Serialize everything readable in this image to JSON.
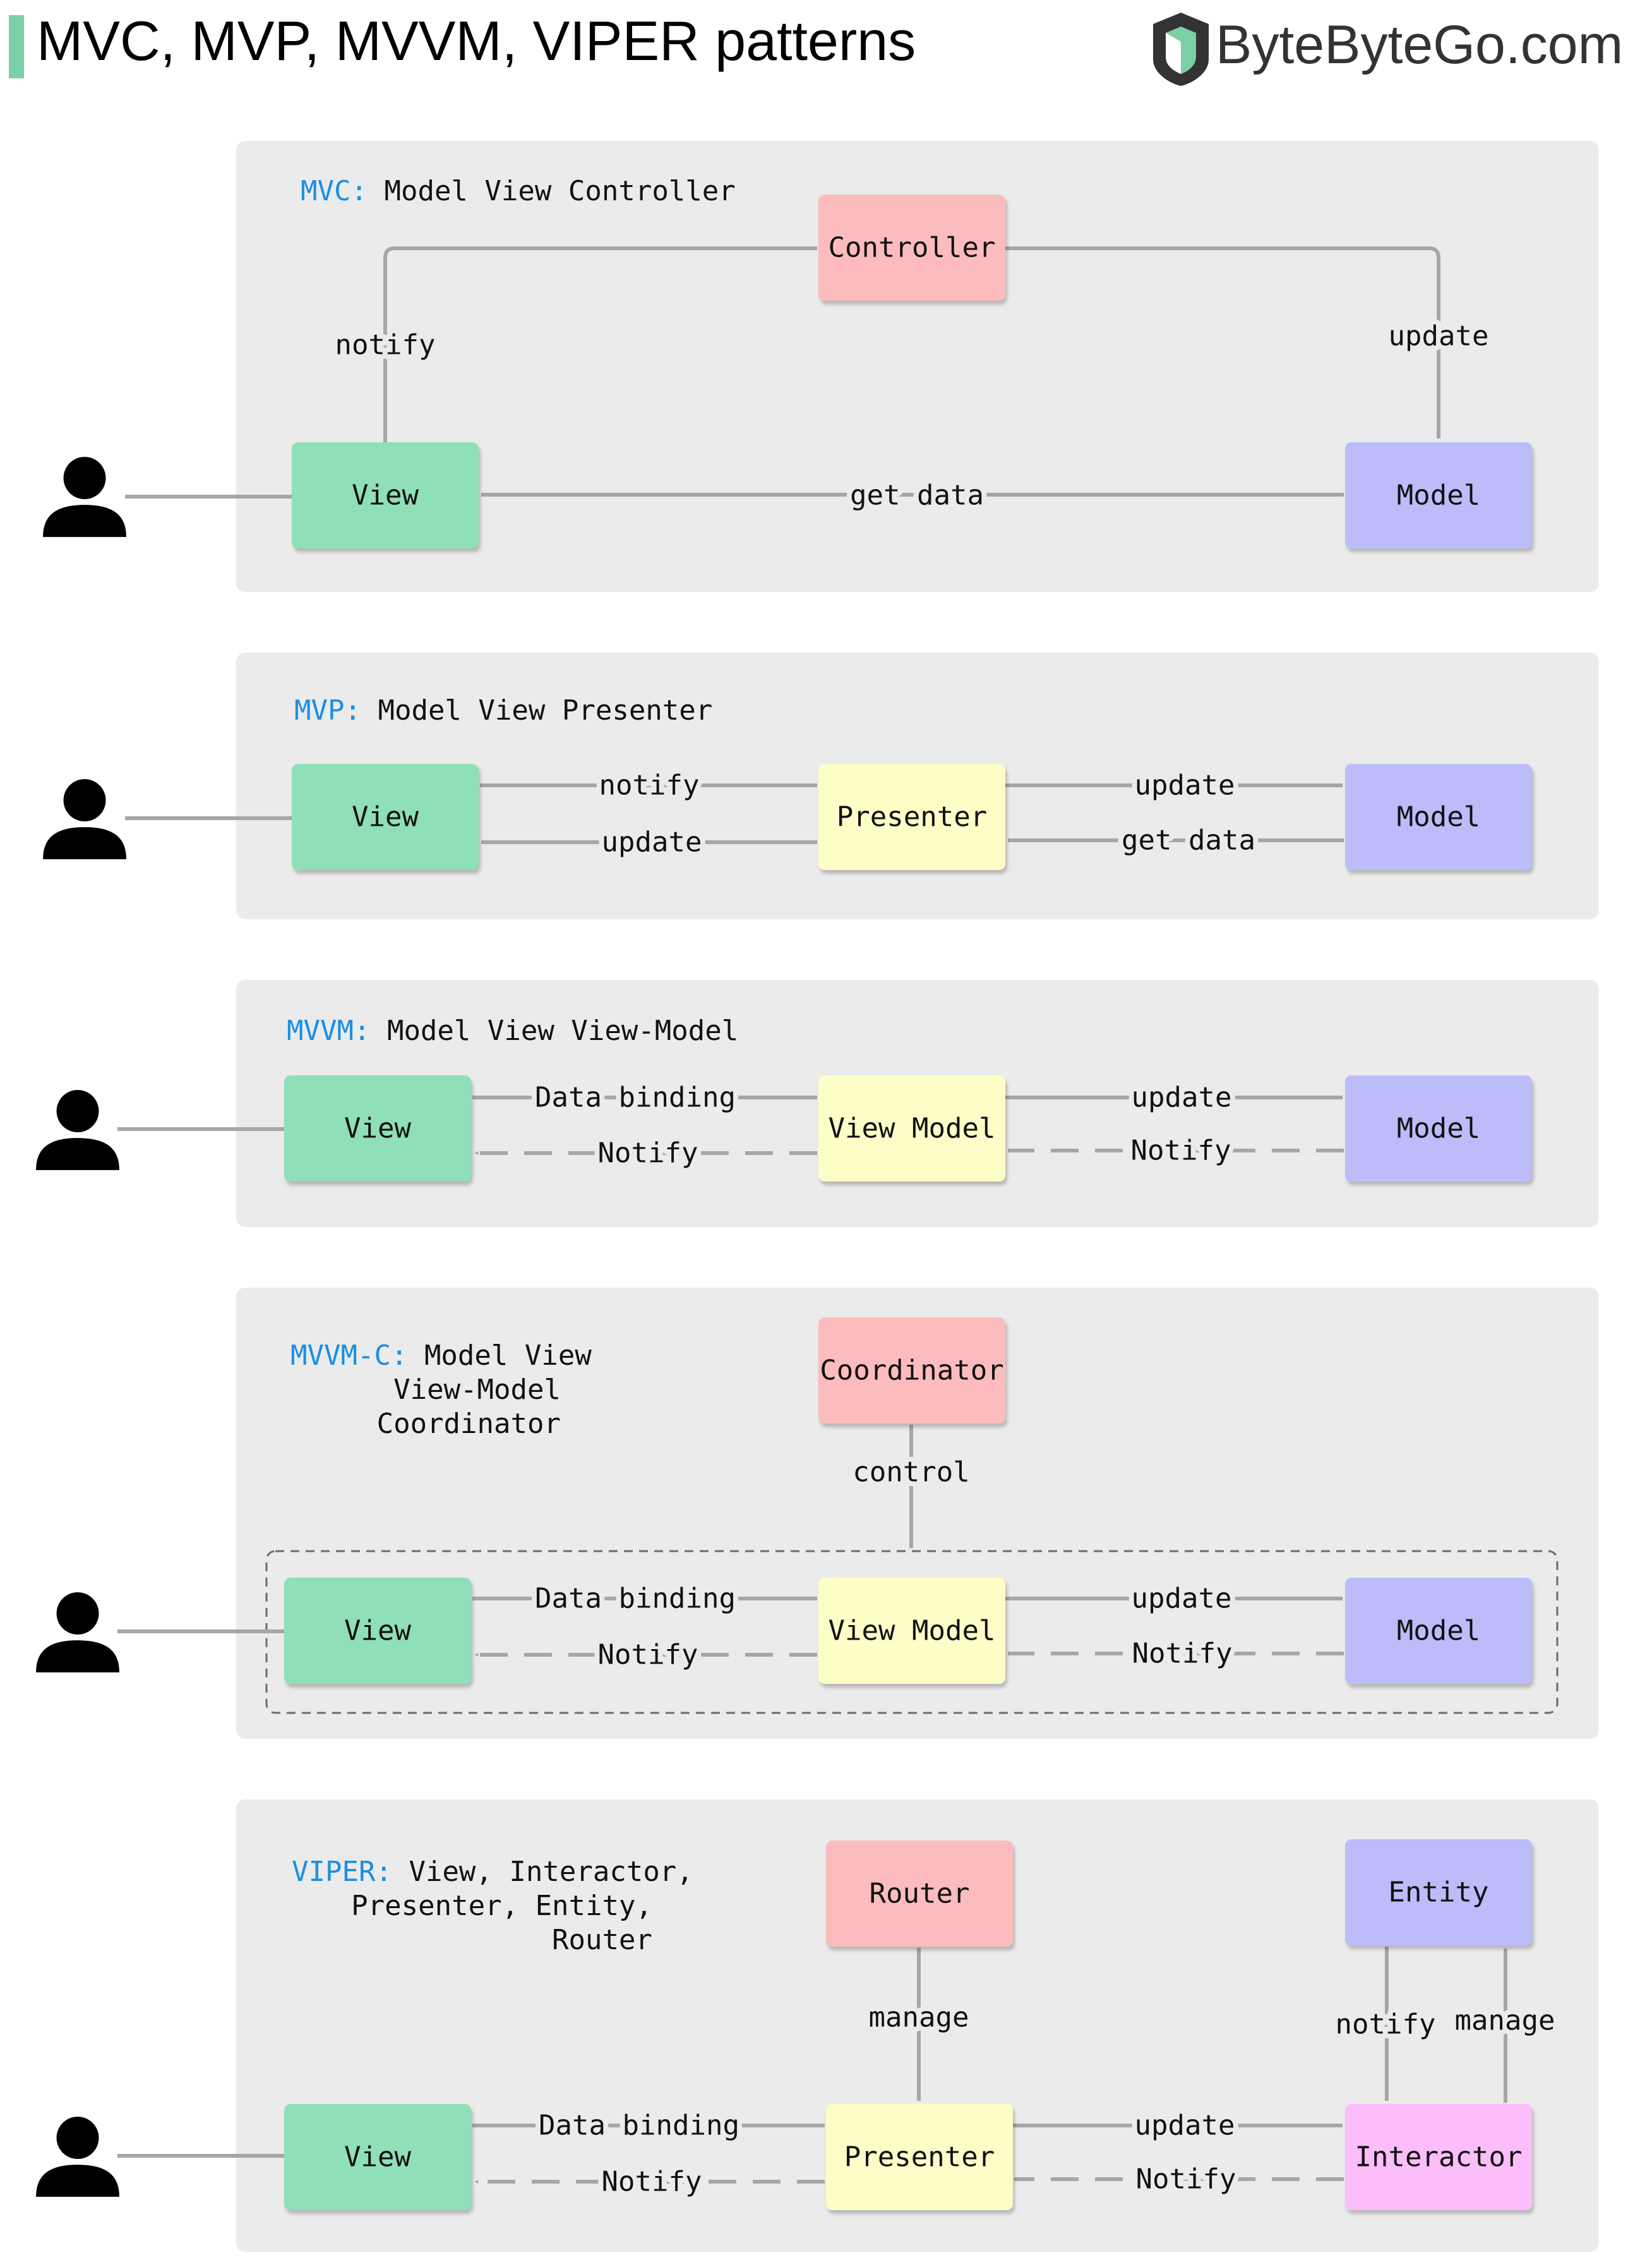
{
  "header": {
    "title": "MVC, MVP, MVVM, VIPER patterns",
    "brand": "ByteByteGo.com",
    "accent_color": "#7dcfa5",
    "brand_color": "#333333",
    "logo_icon": "bytebytego-logo-icon"
  },
  "colors": {
    "panel": "#ebebeb",
    "arrow": "#a6a6a6",
    "title_key": "#1a8fe3",
    "view": "#8fdfb8",
    "controller": "#fcbcbd",
    "model": "#bcbcfb",
    "presenter": "#fdfec7",
    "interactor": "#fcbdfb"
  },
  "user_icon": "user-icon",
  "sections": [
    {
      "id": "mvc",
      "title_key": "MVC:",
      "title_lines": [
        "Model View Controller"
      ],
      "nodes": [
        {
          "id": "view",
          "label": "View",
          "kind": "view"
        },
        {
          "id": "controller",
          "label": "Controller",
          "kind": "controller"
        },
        {
          "id": "model",
          "label": "Model",
          "kind": "model"
        }
      ],
      "edges": [
        {
          "from": "view",
          "to": "controller",
          "label": "notify",
          "style": "solid"
        },
        {
          "from": "controller",
          "to": "model",
          "label": "update",
          "style": "solid"
        },
        {
          "from": "model",
          "to": "view",
          "label": "get data",
          "style": "solid"
        }
      ]
    },
    {
      "id": "mvp",
      "title_key": "MVP:",
      "title_lines": [
        "Model View Presenter"
      ],
      "nodes": [
        {
          "id": "view",
          "label": "View",
          "kind": "view"
        },
        {
          "id": "presenter",
          "label": "Presenter",
          "kind": "presenter"
        },
        {
          "id": "model",
          "label": "Model",
          "kind": "model"
        }
      ],
      "edges": [
        {
          "from": "view",
          "to": "presenter",
          "label": "notify",
          "style": "solid"
        },
        {
          "from": "presenter",
          "to": "view",
          "label": "update",
          "style": "solid"
        },
        {
          "from": "presenter",
          "to": "model",
          "label": "update",
          "style": "solid"
        },
        {
          "from": "model",
          "to": "presenter",
          "label": "get data",
          "style": "solid"
        }
      ]
    },
    {
      "id": "mvvm",
      "title_key": "MVVM:",
      "title_lines": [
        "Model View View-Model"
      ],
      "nodes": [
        {
          "id": "view",
          "label": "View",
          "kind": "view"
        },
        {
          "id": "viewmodel",
          "label": "View Model",
          "kind": "presenter"
        },
        {
          "id": "model",
          "label": "Model",
          "kind": "model"
        }
      ],
      "edges": [
        {
          "from": "view",
          "to": "viewmodel",
          "label": "Data binding",
          "style": "solid"
        },
        {
          "from": "viewmodel",
          "to": "view",
          "label": "Notify",
          "style": "dashed"
        },
        {
          "from": "viewmodel",
          "to": "model",
          "label": "update",
          "style": "solid"
        },
        {
          "from": "model",
          "to": "viewmodel",
          "label": "Notify",
          "style": "dashed"
        }
      ]
    },
    {
      "id": "mvvmc",
      "title_key": "MVVM-C:",
      "title_lines": [
        "Model View",
        "View-Model",
        "Coordinator"
      ],
      "nodes": [
        {
          "id": "coordinator",
          "label": "Coordinator",
          "kind": "controller"
        },
        {
          "id": "view",
          "label": "View",
          "kind": "view"
        },
        {
          "id": "viewmodel",
          "label": "View Model",
          "kind": "presenter"
        },
        {
          "id": "model",
          "label": "Model",
          "kind": "model"
        }
      ],
      "edges": [
        {
          "from": "coordinator",
          "to": "group",
          "label": "control",
          "style": "solid"
        },
        {
          "from": "view",
          "to": "viewmodel",
          "label": "Data binding",
          "style": "solid"
        },
        {
          "from": "viewmodel",
          "to": "view",
          "label": "Notify",
          "style": "dashed"
        },
        {
          "from": "viewmodel",
          "to": "model",
          "label": "update",
          "style": "solid"
        },
        {
          "from": "model",
          "to": "viewmodel",
          "label": "Notify",
          "style": "dashed"
        }
      ]
    },
    {
      "id": "viper",
      "title_key": "VIPER:",
      "title_lines": [
        "View, Interactor,",
        "Presenter, Entity,",
        "Router"
      ],
      "nodes": [
        {
          "id": "router",
          "label": "Router",
          "kind": "controller"
        },
        {
          "id": "entity",
          "label": "Entity",
          "kind": "model"
        },
        {
          "id": "view",
          "label": "View",
          "kind": "view"
        },
        {
          "id": "presenter",
          "label": "Presenter",
          "kind": "presenter"
        },
        {
          "id": "interactor",
          "label": "Interactor",
          "kind": "interactor"
        }
      ],
      "edges": [
        {
          "from": "router",
          "to": "presenter",
          "label": "manage",
          "style": "solid"
        },
        {
          "from": "entity",
          "to": "interactor",
          "label": "notify",
          "style": "solid"
        },
        {
          "from": "interactor",
          "to": "entity",
          "label": "manage",
          "style": "solid"
        },
        {
          "from": "view",
          "to": "presenter",
          "label": "Data binding",
          "style": "solid"
        },
        {
          "from": "presenter",
          "to": "view",
          "label": "Notify",
          "style": "dashed"
        },
        {
          "from": "presenter",
          "to": "interactor",
          "label": "update",
          "style": "solid"
        },
        {
          "from": "interactor",
          "to": "presenter",
          "label": "Notify",
          "style": "dashed"
        }
      ]
    }
  ]
}
